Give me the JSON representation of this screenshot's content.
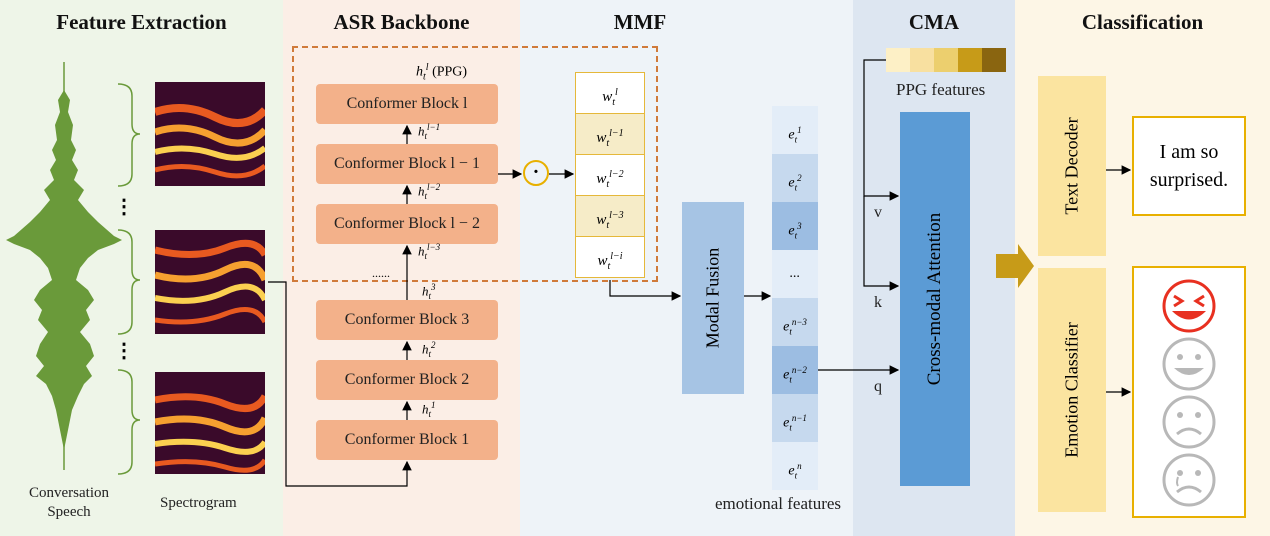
{
  "sections": {
    "feature_extraction": "Feature Extraction",
    "asr_backbone": "ASR Backbone",
    "mmf": "MMF",
    "cma": "CMA",
    "classification": "Classification"
  },
  "feature": {
    "speech_label_1": "Conversation",
    "speech_label_2": "Speech",
    "spectrogram_label": "Spectrogram",
    "dots": "⋮"
  },
  "asr": {
    "ppg_label": "h",
    "ppg_sub": "t",
    "ppg_sup": "l",
    "ppg_suffix": " (PPG)",
    "blocks": [
      "Conformer Block l",
      "Conformer Block l − 1",
      "Conformer Block l − 2",
      "Conformer Block 3",
      "Conformer Block 2",
      "Conformer Block 1"
    ],
    "hidden": [
      {
        "base": "h",
        "sub": "t",
        "sup": "l−1"
      },
      {
        "base": "h",
        "sub": "t",
        "sup": "l−2"
      },
      {
        "base": "h",
        "sub": "t",
        "sup": "l−3"
      },
      {
        "base": "h",
        "sub": "t",
        "sup": "3"
      },
      {
        "base": "h",
        "sub": "t",
        "sup": "2"
      },
      {
        "base": "h",
        "sub": "t",
        "sup": "1"
      }
    ],
    "ellipsis": "......",
    "dot_op": "·"
  },
  "weights": [
    {
      "base": "w",
      "sub": "t",
      "sup": "l"
    },
    {
      "base": "w",
      "sub": "t",
      "sup": "l−1"
    },
    {
      "base": "w",
      "sub": "t",
      "sup": "l−2"
    },
    {
      "base": "w",
      "sub": "t",
      "sup": "l−3"
    },
    {
      "base": "w",
      "sub": "t",
      "sup": "l−i"
    }
  ],
  "mmf": {
    "modal_fusion": "Modal Fusion",
    "emotional_features": "emotional features",
    "features": [
      {
        "base": "e",
        "sub": "t",
        "sup": "1"
      },
      {
        "base": "e",
        "sub": "t",
        "sup": "2"
      },
      {
        "base": "e",
        "sub": "t",
        "sup": "3"
      },
      {
        "base": "...",
        "sub": "",
        "sup": ""
      },
      {
        "base": "e",
        "sub": "t",
        "sup": "n−3"
      },
      {
        "base": "e",
        "sub": "t",
        "sup": "n−2"
      },
      {
        "base": "e",
        "sub": "t",
        "sup": "n−1"
      },
      {
        "base": "e",
        "sub": "t",
        "sup": "n"
      }
    ]
  },
  "cma": {
    "ppg_features": "PPG features",
    "cross_modal_attention": "Cross-modal Attention",
    "v": "v",
    "k": "k",
    "q": "q",
    "ppg_colors": [
      "#fdf0c6",
      "#f8e0a0",
      "#eccf6e",
      "#c79b18",
      "#8a6510"
    ]
  },
  "classification": {
    "text_decoder": "Text Decoder",
    "emotion_classifier": "Emotion Classifier",
    "output_text_1": "I am so",
    "output_text_2": "surprised.",
    "emotions": [
      "surprised-face-icon",
      "happy-face-icon",
      "sad-face-icon",
      "crying-face-icon"
    ]
  },
  "colors": {
    "feature_bg": "#eef5e8",
    "asr_bg": "#fbeee6",
    "mmf_bg": "#eef3f8",
    "cma_bg": "#dde6f1",
    "class_bg": "#fdf6e6",
    "block": "#f3b18a",
    "fusion": "#a6c4e4",
    "attention": "#5b9bd5",
    "gold": "#e8b000",
    "speech": "#6a9a3a"
  }
}
